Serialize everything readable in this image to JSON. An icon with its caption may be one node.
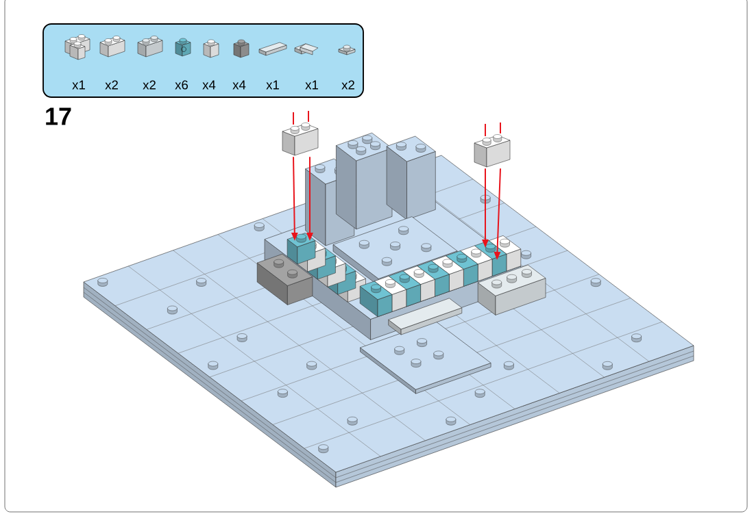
{
  "diagram": {
    "nodes": [
      {
        "text": [],
        "shape": "picture"
      },
      {
        "text": [],
        "shape": "picture"
      },
      {
        "text": [],
        "shape": "picture"
      }
    ],
    "edges": [
      {
        "from": 0,
        "to": 2,
        "arrow": "to"
      },
      {
        "from": 0,
        "to": 2,
        "arrow": "to"
      },
      {
        "from": 1,
        "to": 2,
        "arrow": "to"
      },
      {
        "from": 1,
        "to": 2,
        "arrow": "to"
      }
    ],
    "labels": [
      "x1",
      "x2",
      "x2",
      "x6",
      "x4",
      "x4",
      "x1",
      "x1",
      "x2",
      "17"
    ]
  }
}
